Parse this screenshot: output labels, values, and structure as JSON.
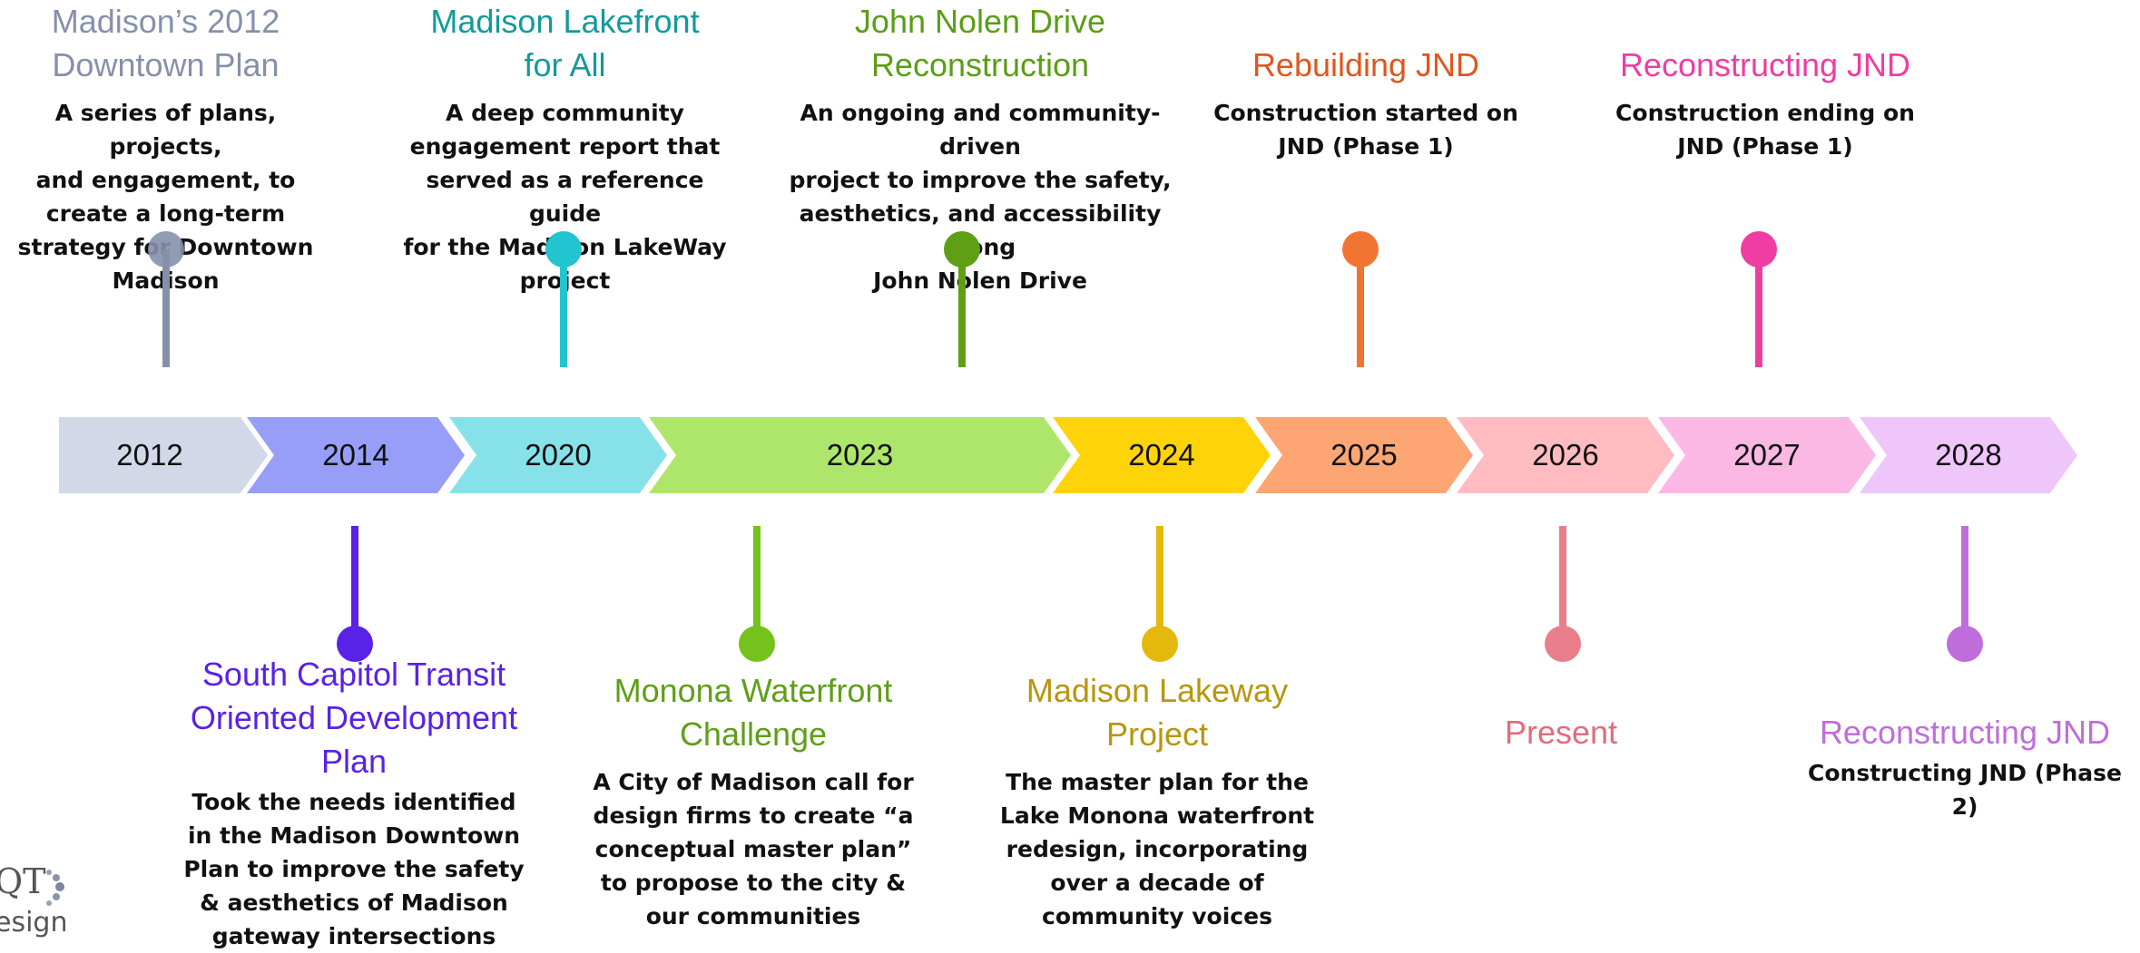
{
  "timeline": {
    "years": [
      {
        "label": "2012",
        "color": "#d3d8e8"
      },
      {
        "label": "2014",
        "color": "#979ef7"
      },
      {
        "label": "2020",
        "color": "#86e2e8"
      },
      {
        "label": "2023",
        "color": "#aee66b"
      },
      {
        "label": "2024",
        "color": "#fed30a"
      },
      {
        "label": "2025",
        "color": "#fda674"
      },
      {
        "label": "2026",
        "color": "#ffbcc0"
      },
      {
        "label": "2027",
        "color": "#fbb8e5"
      },
      {
        "label": "2028",
        "color": "#efc6fa"
      }
    ]
  },
  "events_top": [
    {
      "title": "Madison’s 2012\nDowntown Plan",
      "description": "A series of plans, projects,\nand engagement, to\ncreate a long-term\nstrategy for Downtown\nMadison",
      "color": "#8590ab"
    },
    {
      "title": "Madison Lakefront\nfor All",
      "description": "A deep community\nengagement report that\nserved as a reference guide\nfor the Madison LakeWay\nproject",
      "color": "#139a9c"
    },
    {
      "title": "John Nolen Drive\nReconstruction",
      "description": "An ongoing and community-driven\nproject to improve the safety,\naesthetics, and accessibility along\nJohn Nolen Drive",
      "color": "#5a9e15"
    },
    {
      "title": "Rebuilding JND",
      "description": "Construction started on\nJND (Phase 1)",
      "color": "#e0561e"
    },
    {
      "title": "Reconstructing JND",
      "description": "Construction ending on\nJND (Phase 1)",
      "color": "#f03da1"
    }
  ],
  "events_bottom": [
    {
      "title": "South Capitol Transit\nOriented Development\nPlan",
      "description": "Took the needs identified\nin the Madison Downtown\nPlan to improve the safety\n& aesthetics of Madison\ngateway intersections",
      "color": "#5a21e6"
    },
    {
      "title": "Monona Waterfront\nChallenge",
      "description": "A City of Madison call for\ndesign firms to create “a\nconceptual master plan”\nto propose to the city &\nour communities",
      "color": "#5f9f17"
    },
    {
      "title": "Madison Lakeway\nProject",
      "description": "The master plan for the\nLake Monona waterfront\nredesign, incorporating\nover a decade of\ncommunity voices",
      "color": "#b8960e"
    },
    {
      "title": "Present",
      "description": "",
      "color": "#e06d7a"
    },
    {
      "title": "Reconstructing JND",
      "description": "Constructing JND (Phase\n2)",
      "color": "#c06ddc"
    }
  ],
  "logo": {
    "text_top": "QT",
    "text_bottom": "esign"
  }
}
